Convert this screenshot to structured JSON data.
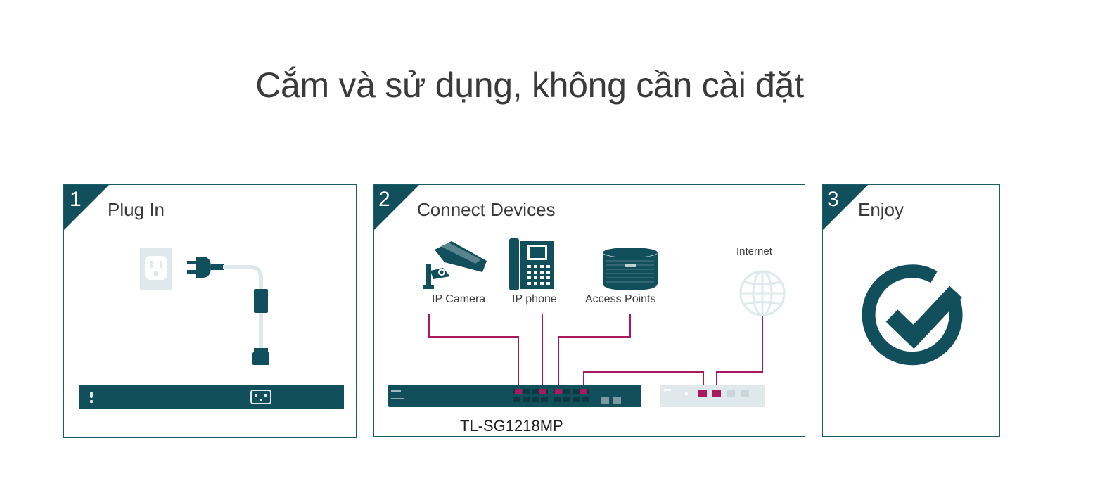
{
  "heading": "Cắm và sử dụng, không cần cài đặt",
  "colors": {
    "teal": "#124f5c",
    "magenta": "#a8195f",
    "light_gray": "#dfe8ea"
  },
  "steps": [
    {
      "number": "1",
      "title": "Plug In",
      "icons": [
        "wall-outlet-icon",
        "power-plug-icon",
        "power-cable-icon"
      ]
    },
    {
      "number": "2",
      "title": "Connect Devices",
      "devices": [
        {
          "label": "IP Camera",
          "icon": "ip-camera-icon"
        },
        {
          "label": "IP phone",
          "icon": "ip-phone-icon"
        },
        {
          "label": "Access Points",
          "icon": "access-point-icon"
        },
        {
          "label": "Internet",
          "icon": "globe-icon"
        }
      ],
      "model": "TL-SG1218MP"
    },
    {
      "number": "3",
      "title": "Enjoy",
      "icons": [
        "checkmark-circle-icon"
      ]
    }
  ]
}
